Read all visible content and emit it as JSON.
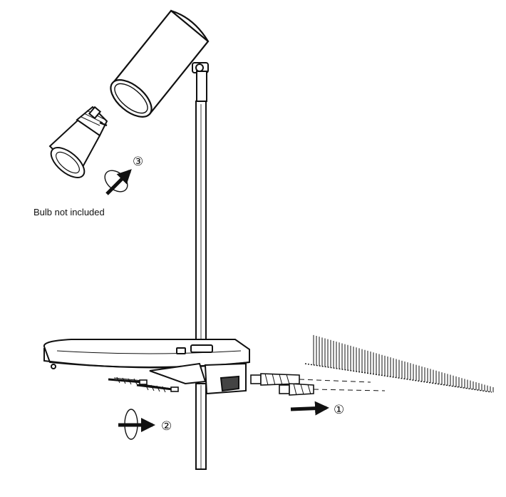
{
  "diagram": {
    "bulb_label": "Bulb not included",
    "step_labels": [
      "①",
      "②",
      "③"
    ]
  },
  "colors": {
    "stroke": "#111111",
    "fill": "#ffffff"
  }
}
